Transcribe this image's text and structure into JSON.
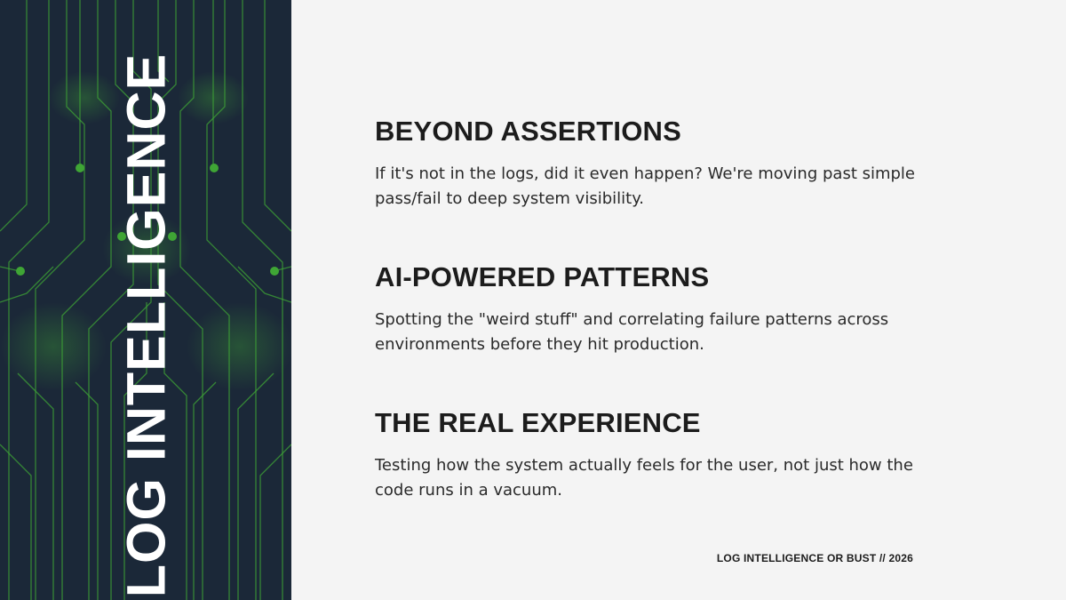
{
  "sidebar": {
    "title": "LOG INTELLIGENCE",
    "background_color": "#1b2838",
    "accent_color": "#3fa535"
  },
  "sections": [
    {
      "heading": "BEYOND ASSERTIONS",
      "body": "If it's not in the logs, did it even happen? We're moving past simple pass/fail to deep system visibility."
    },
    {
      "heading": "AI-POWERED PATTERNS",
      "body": "Spotting the \"weird stuff\" and correlating failure patterns across environments before they hit production."
    },
    {
      "heading": "THE REAL EXPERIENCE",
      "body": "Testing how the system actually feels for the user, not just how the code runs in a vacuum."
    }
  ],
  "footer": {
    "text": "LOG INTELLIGENCE OR BUST // 2026"
  }
}
